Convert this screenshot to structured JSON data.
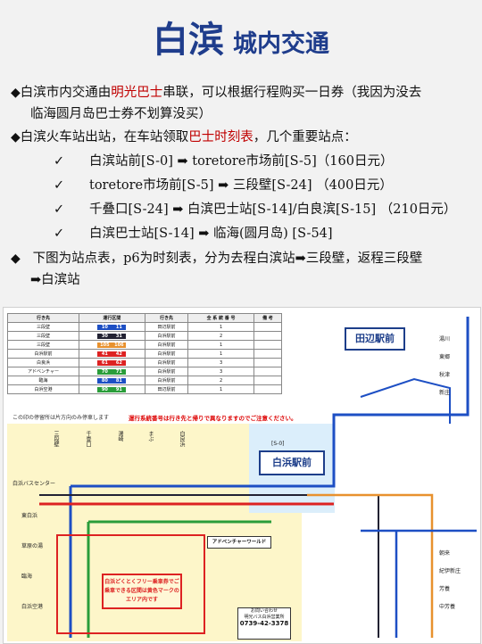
{
  "header": {
    "title_main": "白滨",
    "title_sub": "城内交通"
  },
  "intro": {
    "bullet": "◆",
    "p1_before": "白滨市内交通由",
    "p1_highlight": "明光巴士",
    "p1_after": "串联，可以根据行程购买一日券（我因为没去",
    "p1_line2": "临海圆月岛巴士券不划算没买）",
    "p2_before": "白滨火车站出站，在车站领取",
    "p2_highlight": "巴士时刻表",
    "p2_after": "，几个重要站点：",
    "checks": [
      "白滨站前[S-0] ➡ toretore市场前[S-5]（160日元）",
      "toretore市场前[S-5] ➡ 三段壁[S-24] （400日元）",
      "千叠口[S-24] ➡ 白滨巴士站[S-14]/白良滨[S-15] （210日元）",
      "白滨巴士站[S-14] ➡ 临海(圆月岛) [S-54]"
    ],
    "check_mark": "✓",
    "p3_before": "下图为站点表，p6为时刻表，分为去程白滨站",
    "p3_arrow": "➡",
    "p3_mid": "三段壁，返程三段壁",
    "p3_line2_arrow": "➡",
    "p3_line2": "白滨站"
  },
  "map": {
    "table_headers": [
      "行き先",
      "運行区間",
      "行き先",
      "全 系 統 番 号",
      "備 考"
    ],
    "rows": [
      {
        "no": "1",
        "from": "三段壁",
        "num_a": "10",
        "num_b": "11",
        "to": "田辺駅前",
        "color": "blue"
      },
      {
        "no": "2",
        "from": "三段壁",
        "num_a": "30",
        "num_b": "31",
        "to": "白浜駅前",
        "color": "navy"
      },
      {
        "no": "1",
        "from": "三段壁",
        "num_a": "105",
        "num_b": "106",
        "to": "白浜駅前",
        "color": "orange"
      },
      {
        "no": "1",
        "from": "白浜駅前",
        "num_a": "41",
        "num_b": "42",
        "to": "白浜駅前",
        "color": "red"
      },
      {
        "no": "3",
        "from": "白良浜",
        "num_a": "61",
        "num_b": "62",
        "to": "白浜駅前",
        "color": "red"
      },
      {
        "no": "3",
        "from": "アドベンチャー",
        "num_a": "70",
        "num_b": "71",
        "to": "白浜駅前",
        "color": "green"
      },
      {
        "no": "2",
        "from": "臨海",
        "num_a": "80",
        "num_b": "81",
        "to": "白浜駅前",
        "color": "blue"
      },
      {
        "no": "1",
        "from": "白浜空港",
        "num_a": "90",
        "num_b": "91",
        "to": "田辺駅前",
        "color": "green"
      }
    ],
    "notice_left": "この印の停留所は片方向のみ停車します",
    "notice_red": "運行系統番号は行き先と帰りで異なりますのでご注意ください。",
    "station_tanabe": "田辺駅前",
    "station_shirahama": "白浜駅前",
    "code_shirahama": "[S-0]",
    "free_area": "白浜どくとくフリー乗車券でご乗車できる区間は黄色マークのエリア内です",
    "adventure": "アドベンチャーワールド",
    "contact_title": "お問い合わせ",
    "contact_company": "明光バス白浜営業所",
    "contact_tel": "0739-42-3378",
    "stops_left": [
      "三段壁",
      "千畳口",
      "湯崎",
      "まぶ",
      "白良浜",
      "白浜バスセンター",
      "東白浜",
      "草原の湯",
      "臨海",
      "白浜空港"
    ],
    "stops_right": [
      "湯川",
      "東郷",
      "秋津",
      "新庄",
      "朝来",
      "紀伊新庄",
      "芳養",
      "中芳養"
    ],
    "bus_stop_label": "白浜\nバスセンター"
  }
}
